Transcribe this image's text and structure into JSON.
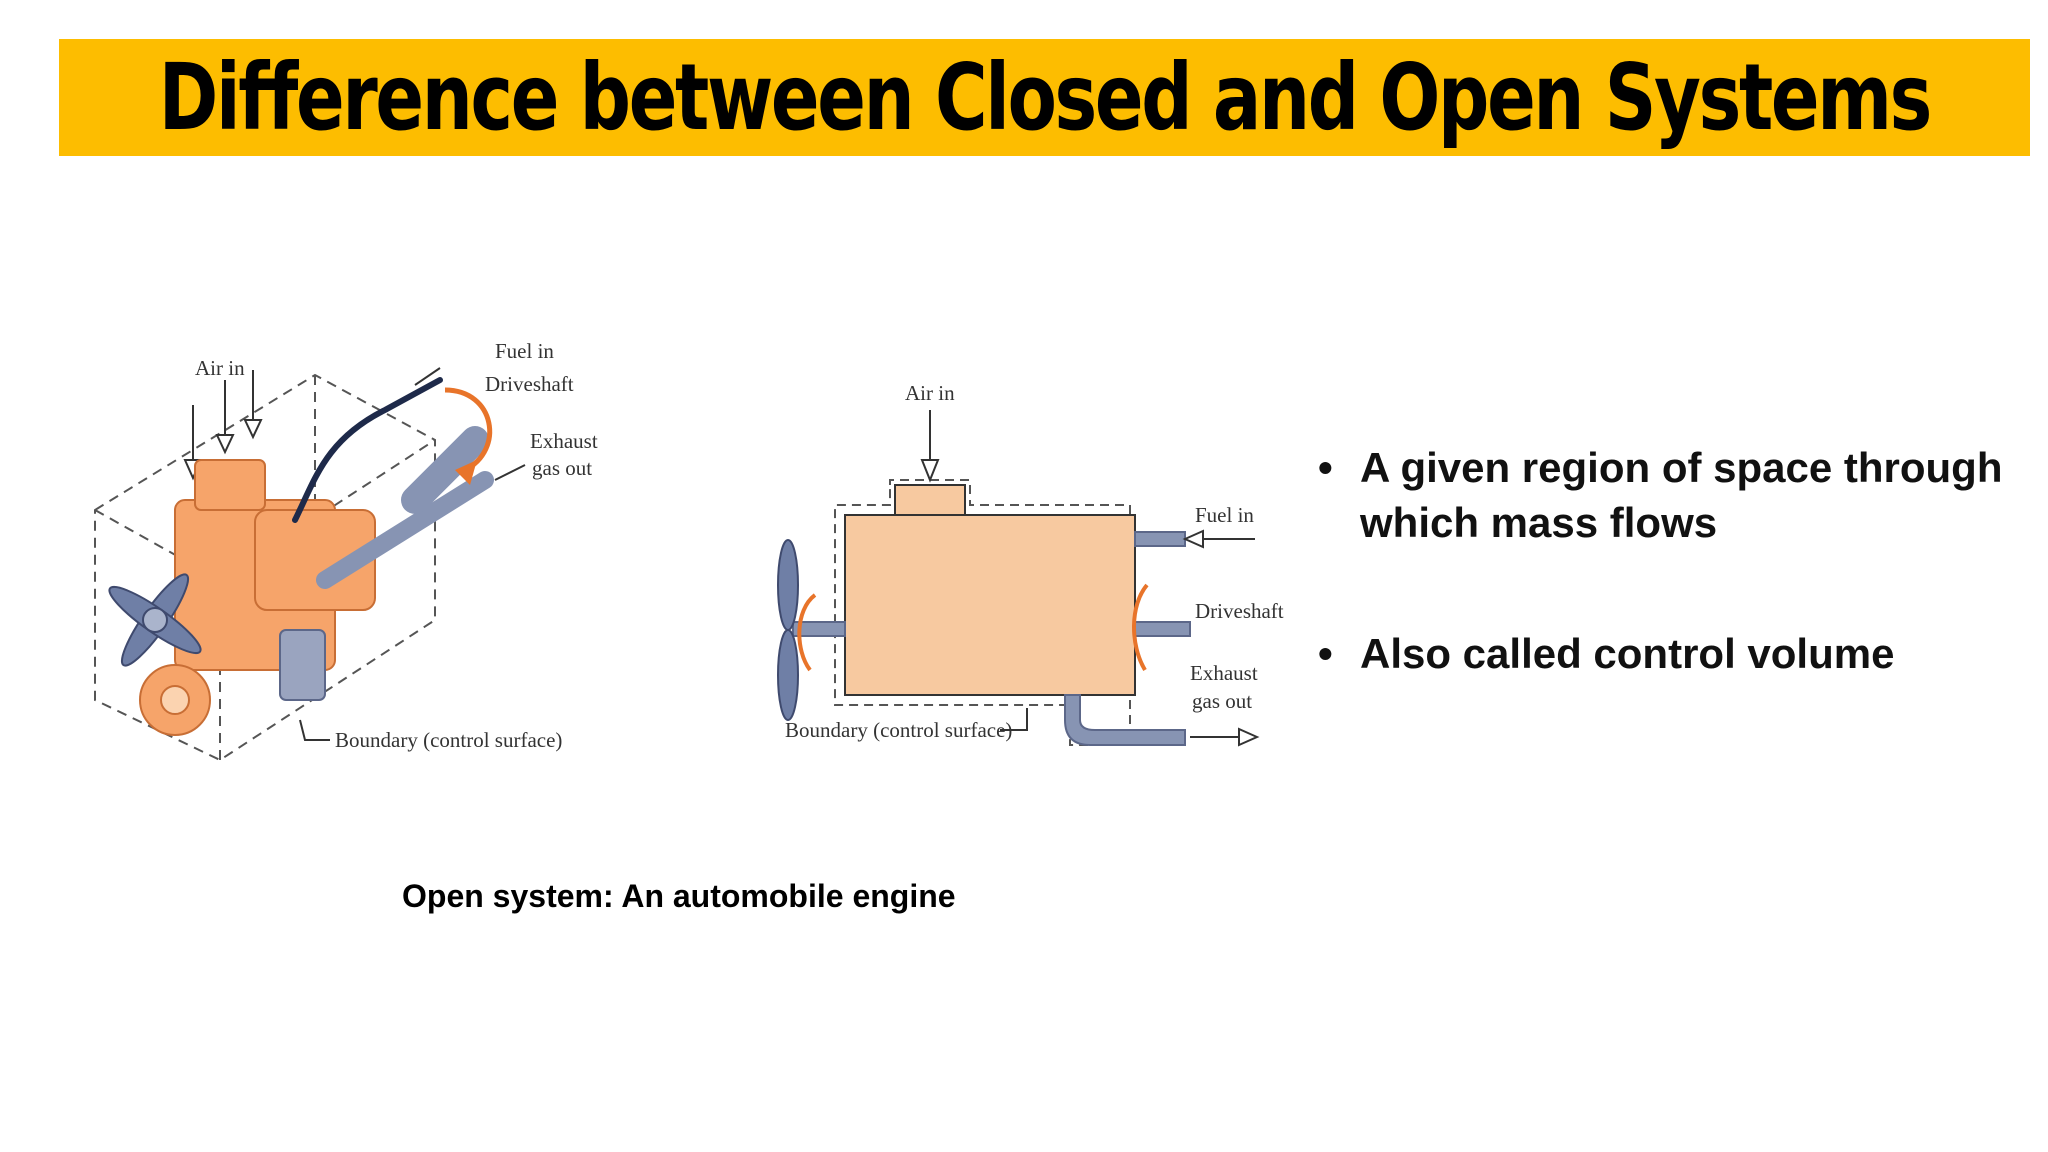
{
  "title": "Difference between Closed and Open Systems",
  "figure_left": {
    "air_in": "Air in",
    "fuel_in": "Fuel in",
    "driveshaft": "Driveshaft",
    "exhaust_line1": "Exhaust",
    "exhaust_line2": "gas out",
    "boundary": "Boundary (control surface)"
  },
  "figure_right": {
    "air_in": "Air in",
    "fuel_in": "Fuel in",
    "driveshaft": "Driveshaft",
    "exhaust_line1": "Exhaust",
    "exhaust_line2": "gas out",
    "boundary": "Boundary (control surface)"
  },
  "bullets": [
    "A given region of space through which mass flows",
    "Also called control volume"
  ],
  "bullet_glyph": "•",
  "caption": "Open system: An automobile engine",
  "colors": {
    "title_bar": "#fdbd00",
    "engine": "#f6a46a",
    "box_fill": "#f7c9a0",
    "pipe": "#8794b3",
    "arrow_orange": "#e8742a"
  }
}
